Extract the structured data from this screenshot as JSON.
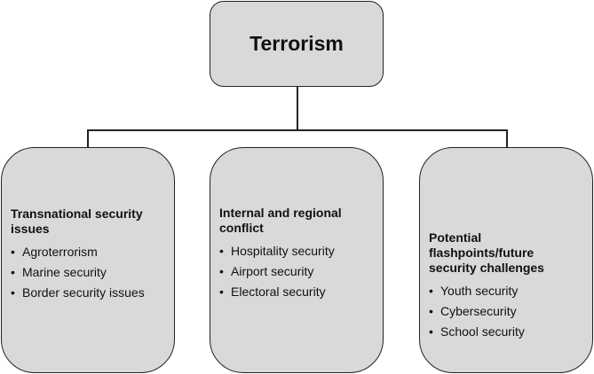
{
  "root": {
    "title": "Terrorism"
  },
  "categories": [
    {
      "title": "Transnational security issues",
      "items": [
        "Agroterrorism",
        "Marine security",
        "Border security issues"
      ]
    },
    {
      "title": "Internal and regional conflict",
      "items": [
        "Hospitality security",
        "Airport security",
        "Electoral security"
      ]
    },
    {
      "title": "Potential flashpoints/future security challenges",
      "items": [
        "Youth security",
        "Cybersecurity",
        "School security"
      ]
    }
  ]
}
